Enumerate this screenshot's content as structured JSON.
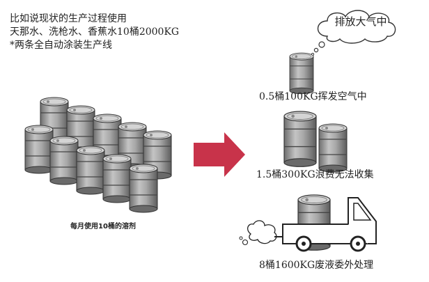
{
  "intro": {
    "line1": "比如说现状的生产过程使用",
    "line2": "天那水、洗枪水、香蕉水10桶2000KG",
    "line3": "*两条全自动涂装生产线"
  },
  "left_caption": "每月使用10桶的溶剂",
  "cloud_label": "排放大气中",
  "outcomes": {
    "emit": "0.5桶100KG挥发空气中",
    "waste": "1.5桶300KG浪费无法收集",
    "outsource": "8桶1600KG废液委外处理"
  },
  "colors": {
    "arrow": "#c8334a",
    "barrel_body": "#9a9a9a",
    "barrel_top": "#cfcfcf"
  }
}
